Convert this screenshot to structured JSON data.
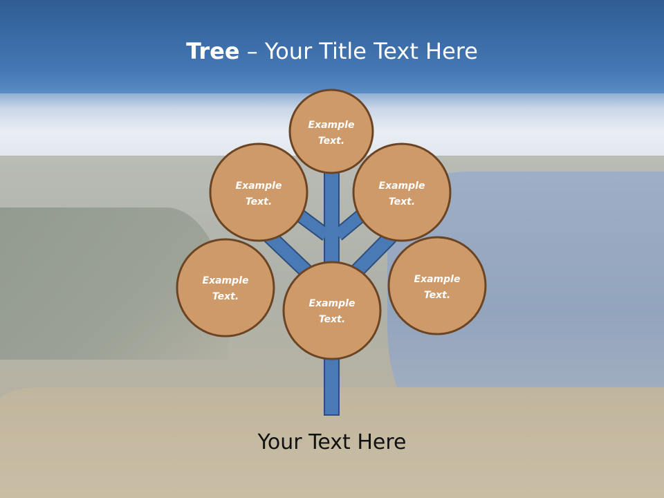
{
  "title": {
    "bold": "Tree",
    "dash": " – ",
    "rest": "Your Title Text Here"
  },
  "nodes": [
    {
      "id": "top",
      "line1": "Example",
      "line2": "Text."
    },
    {
      "id": "upper-left",
      "line1": "Example",
      "line2": "Text."
    },
    {
      "id": "upper-right",
      "line1": "Example",
      "line2": "Text."
    },
    {
      "id": "lower-left",
      "line1": "Example",
      "line2": "Text."
    },
    {
      "id": "center",
      "line1": "Example",
      "line2": "Text."
    },
    {
      "id": "lower-right",
      "line1": "Example",
      "line2": "Text."
    }
  ],
  "footer": "Your Text Here",
  "colors": {
    "header": "#4477b5",
    "circle_fill": "#cf9a6a",
    "circle_stroke": "#6b4424",
    "trunk_fill": "#4a7ab5",
    "trunk_stroke": "#2d4e7a"
  }
}
